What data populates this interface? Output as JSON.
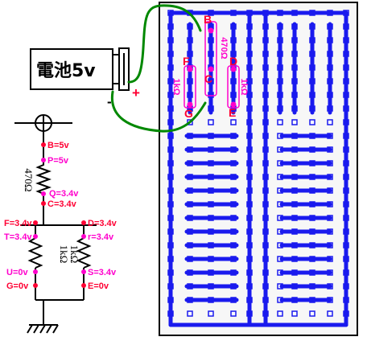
{
  "colors": {
    "voltage_label": "#ff0033",
    "probe_label": "#ff00cc",
    "board_bus": "#1a1aee",
    "lead_wire": "#008800",
    "board_bg": "#f7f7f7",
    "board_border": "#000000",
    "battery_fill": "#ffffff"
  },
  "battery": {
    "label": "電池5v",
    "plus": "+",
    "minus": "-"
  },
  "schematic": {
    "labels": {
      "B": "B=5v",
      "P": "P=5v",
      "Q": "Q=3.4v",
      "C": "C=3.4v",
      "F": "F=3.4v",
      "T": "T=3.4v",
      "D": "D=3.4v",
      "r": "r=3.4v",
      "U": "U=0v",
      "G": "G=0v",
      "S": "S=3.4v",
      "E": "E=0v"
    },
    "resistors": {
      "r1": "470Ω",
      "r2": "1kΩ",
      "r3": "1kΩ"
    }
  },
  "breadboard": {
    "points": {
      "B": "B",
      "F": "F",
      "C": "C",
      "D": "D",
      "G": "G",
      "E": "E"
    },
    "resistors": {
      "r1": "470Ω",
      "r2": "1kΩ",
      "r3": "1kΩ"
    }
  }
}
